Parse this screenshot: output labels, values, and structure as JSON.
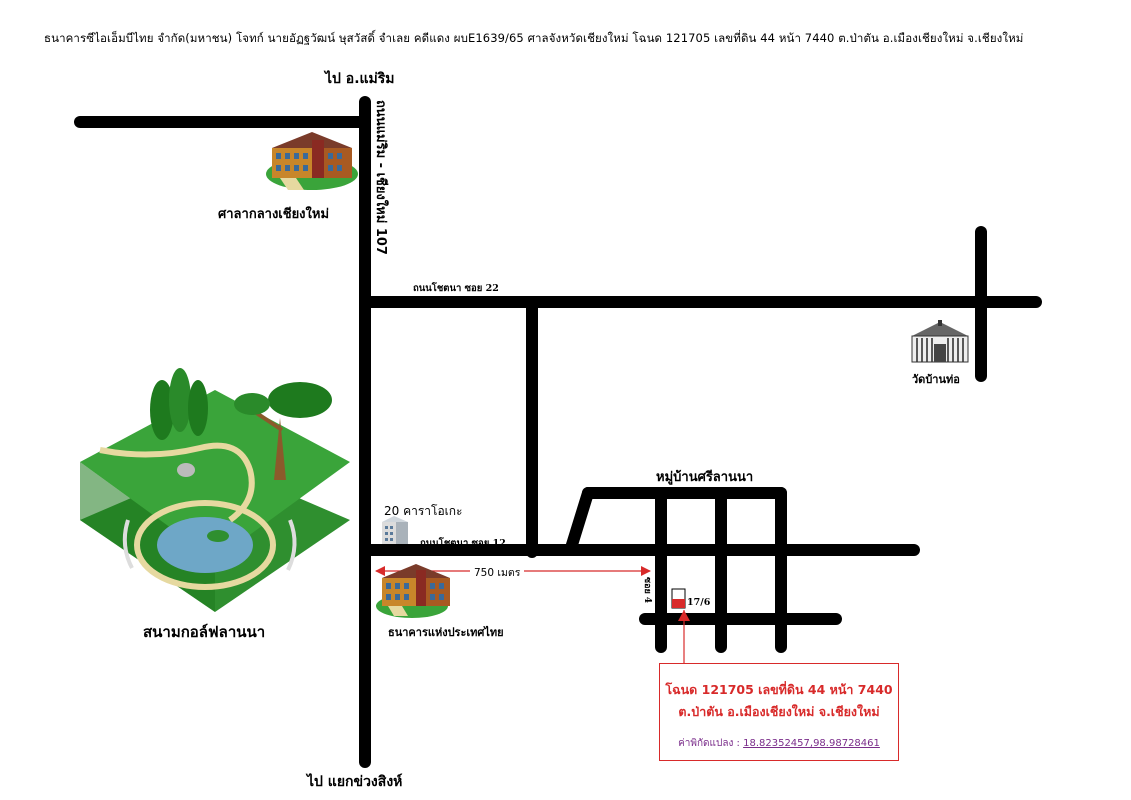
{
  "header": {
    "text": "ธนาคารซีไอเอ็มบีไทย จำกัด(มหาชน)  โจทก์ นายอัฏฐวัฒน์ ษุสวัสดิ์  จำเลย คดีแดง ผบE1639/65  ศาลจังหวัดเชียงใหม่  โฉนด 121705  เลขที่ดิน 44  หน้า 7440 ต.ป่าตัน  อ.เมืองเชียงใหม่  จ.เชียงใหม่"
  },
  "labels": {
    "north": "ไป อ.แม่ริม",
    "south": "ไป แยกข่วงสิงห์",
    "main_road": "ถนนแม่ริม - เชียงใหม่ 107",
    "city_hall": "ศาลากลางเชียงใหม่",
    "soi22": "ถนนโชตนา ซอย 22",
    "temple": "วัดบ้านท่อ",
    "golf": "สนามกอล์ฟลานนา",
    "karaoke": "20 คาราโอเกะ",
    "soi12": "ถนนโชตนา ซอย 12",
    "distance": "750 เมตร",
    "bank": "ธนาคารแห่งประเทศไทย",
    "village": "หมู่บ้านศรีลานนา",
    "soi4": "ซอย 4",
    "house_no": "17/6"
  },
  "info": {
    "line1": "โฉนด 121705  เลขที่ดิน 44  หน้า 7440",
    "line2": "ต.ป่าตัน  อ.เมืองเชียงใหม่  จ.เชียงใหม่",
    "coord_label": "ค่าพิกัดแปลง :",
    "coord_value": "18.82352457,98.98728461"
  },
  "colors": {
    "road": "#000000",
    "marker_red": "#d82a2a",
    "grass": "#3aa43a",
    "grass_dark": "#1e7a1e",
    "water": "#6ea7c7",
    "path": "#e6d9a0",
    "building": "#c8862a",
    "roof": "#7a3b2a",
    "coord_purple": "#7a2c8a"
  },
  "icons": {
    "city_hall": "government-building-icon",
    "temple": "temple-building-icon",
    "golf": "golf-course-icon",
    "karaoke": "apartment-building-icon",
    "bank": "bank-building-icon",
    "property": "property-marker-icon"
  }
}
